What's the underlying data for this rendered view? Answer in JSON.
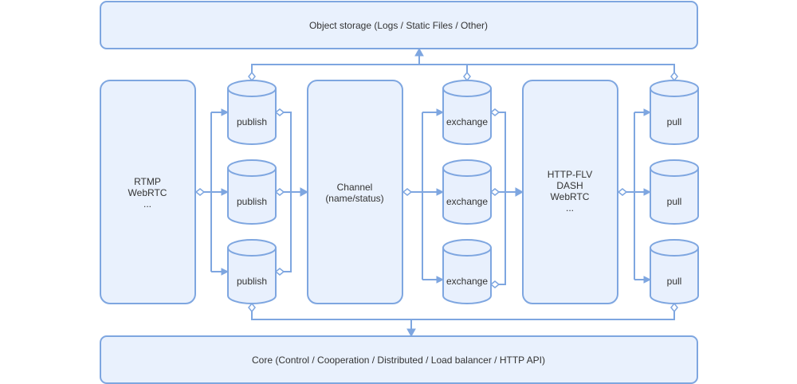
{
  "object_storage": {
    "label": "Object storage (Logs / Static Files / Other)"
  },
  "core": {
    "label": "Core (Control / Cooperation / Distributed / Load balancer / HTTP API)"
  },
  "ingest_protocols": {
    "lines": [
      "RTMP",
      "WebRTC",
      "..."
    ]
  },
  "channel": {
    "lines": [
      "Channel",
      "(name/status)"
    ]
  },
  "output_protocols": {
    "lines": [
      "HTTP-FLV",
      "DASH",
      "WebRTC",
      "..."
    ]
  },
  "publish_nodes": [
    {
      "label": "publish"
    },
    {
      "label": "publish"
    },
    {
      "label": "publish"
    }
  ],
  "exchange_nodes": [
    {
      "label": "exchange"
    },
    {
      "label": "exchange"
    },
    {
      "label": "exchange"
    }
  ],
  "pull_nodes": [
    {
      "label": "pull"
    },
    {
      "label": "pull"
    },
    {
      "label": "pull"
    }
  ],
  "colors": {
    "fill": "#dae8fc",
    "stroke": "#7ea6e0",
    "text": "#333333"
  }
}
